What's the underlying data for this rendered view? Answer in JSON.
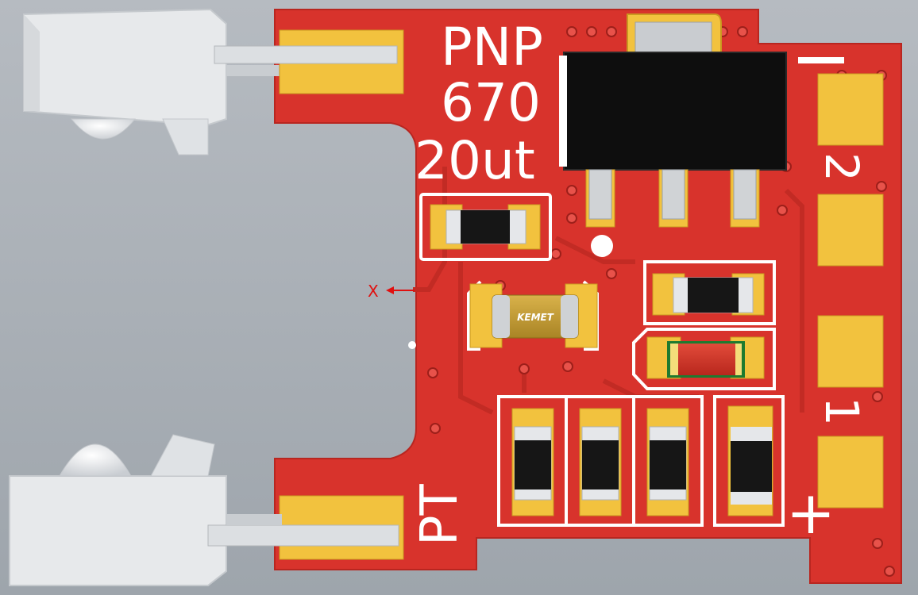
{
  "board": {
    "silkscreen": {
      "pnp": "PNP",
      "value": "670",
      "current": "20ut",
      "pt": "PT",
      "pin_minus": "-",
      "pin_2": "2",
      "pin_1": "1",
      "pin_plus": "+"
    },
    "capacitor_brand": "KEMET",
    "axis_label": "X"
  },
  "colors": {
    "background": "#a9afb6",
    "board": "#d8332c",
    "pad": "#f2c23e",
    "silk": "#ffffff",
    "ic_body": "#0e0e0e"
  }
}
